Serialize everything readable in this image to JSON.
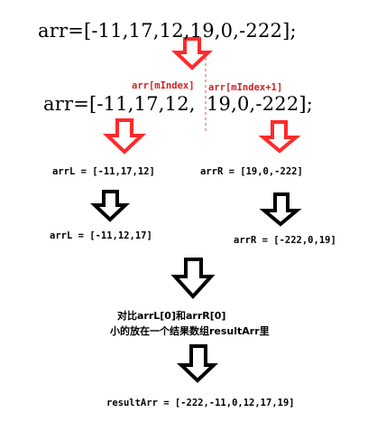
{
  "initial_array": "arr=[-11,17,12,19,0,-222];",
  "split_array": {
    "left": "arr=[-11,17,12,",
    "right": "19,0,-222];"
  },
  "index_labels": {
    "left_index": "arr[mIndex]",
    "right_index": "arr[mIndex+1]"
  },
  "sub_arrays": {
    "left": "arrL = [-11,17,12]",
    "right": "arrR = [19,0,-222]"
  },
  "sorted_sub_arrays": {
    "left": "arrL = [-11,12,17]",
    "right": "arrR = [-222,0,19]"
  },
  "compare_note": {
    "line1": "对比arrL[0]和arrR[0]",
    "line2": "小的放在一个结果数组resultArr里"
  },
  "result": "resultArr = [-222,-11,0,12,17,19]",
  "colors": {
    "red_arrow": "#ff2a2a",
    "black_arrow": "#000000",
    "index_label": "#d62020",
    "divider": "#e05050"
  }
}
